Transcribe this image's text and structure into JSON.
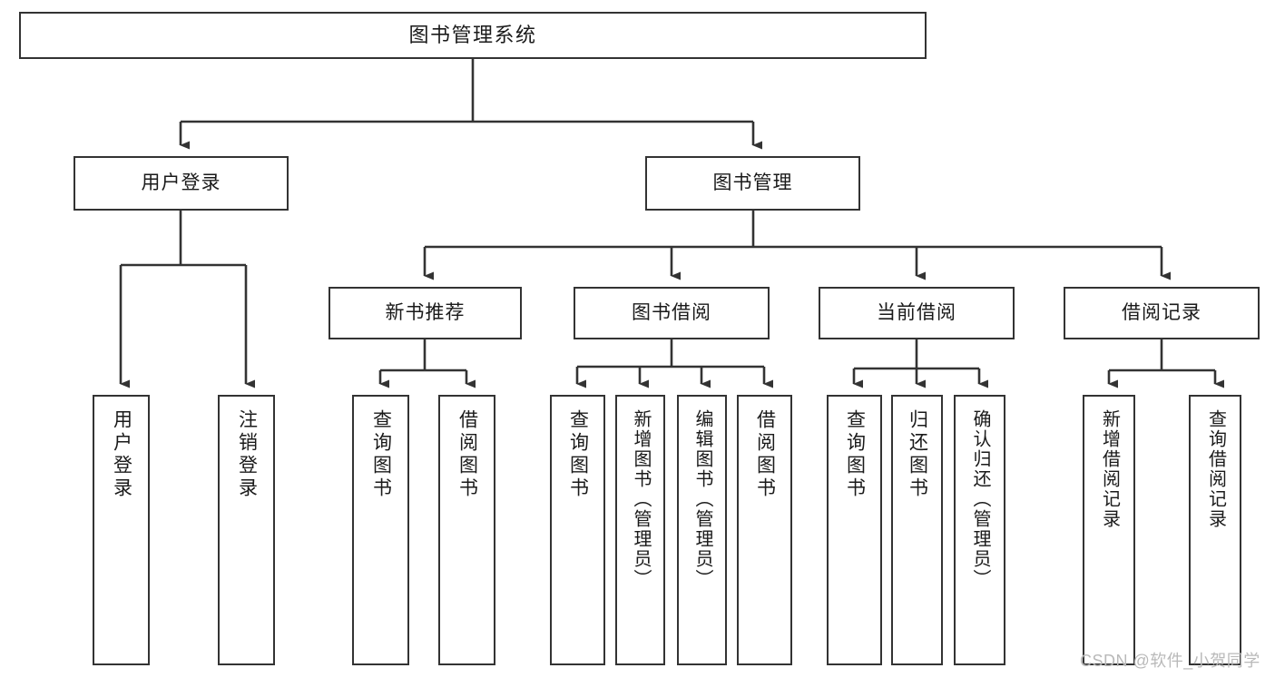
{
  "diagram": {
    "title": "图书管理系统",
    "watermark": "CSDN @软件_小贺同学",
    "colors": {
      "stroke": "#333333",
      "fill": "#ffffff",
      "text": "#1a1a1a",
      "watermark": "#b9b9b9"
    },
    "nodes": {
      "root": "图书管理系统",
      "level2": {
        "user_login": "用户登录",
        "book_manage": "图书管理"
      },
      "level3": {
        "new_book_recommend": "新书推荐",
        "book_borrow": "图书借阅",
        "current_borrow": "当前借阅",
        "borrow_record": "借阅记录"
      },
      "leaves": {
        "user_login_1": "用户登录",
        "user_login_2": "注销登录",
        "new_book_1": "查询图书",
        "new_book_2": "借阅图书",
        "borrow_1": "查询图书",
        "borrow_2": "新增图书（管理员）",
        "borrow_3": "编辑图书（管理员）",
        "borrow_4": "借阅图书",
        "current_1": "查询图书",
        "current_2": "归还图书",
        "current_3": "确认归还（管理员）",
        "record_1": "新增借阅记录",
        "record_2": "查询借阅记录"
      }
    }
  }
}
